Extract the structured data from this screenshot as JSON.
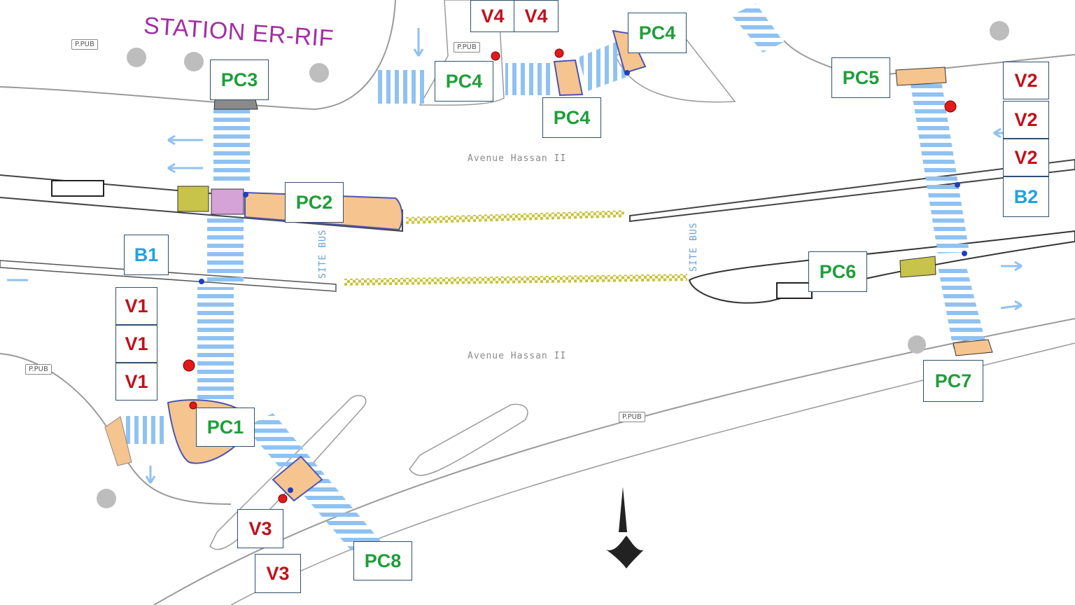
{
  "station_label": "STATION ER-RIF",
  "street_names": {
    "north": "Avenue Hassan II",
    "south": "Avenue Hassan II"
  },
  "bus_markings": [
    "SITE BUS",
    "SITE BUS"
  ],
  "public_sign_label": "P.PUB",
  "labels": {
    "pc1": "PC1",
    "pc2": "PC2",
    "pc3": "PC3",
    "pc4a": "PC4",
    "pc4b": "PC4",
    "pc4c": "PC4",
    "pc5": "PC5",
    "pc6": "PC6",
    "pc7": "PC7",
    "pc8": "PC8",
    "v1a": "V1",
    "v1b": "V1",
    "v1c": "V1",
    "v2a": "V2",
    "v2b": "V2",
    "v2c": "V2",
    "v3a": "V3",
    "v3b": "V3",
    "v4a": "V4",
    "v4b": "V4",
    "b1": "B1",
    "b2": "B2"
  },
  "colors": {
    "pedestrian_controller": "#1e9e3a",
    "vehicle_signal": "#c0121b",
    "bus_signal": "#1ea2e6",
    "crosswalk": "#8fc2f2",
    "island_fill": "#f6c48f",
    "tram_track": "#c9c23a",
    "station_text": "#a12fa3"
  }
}
